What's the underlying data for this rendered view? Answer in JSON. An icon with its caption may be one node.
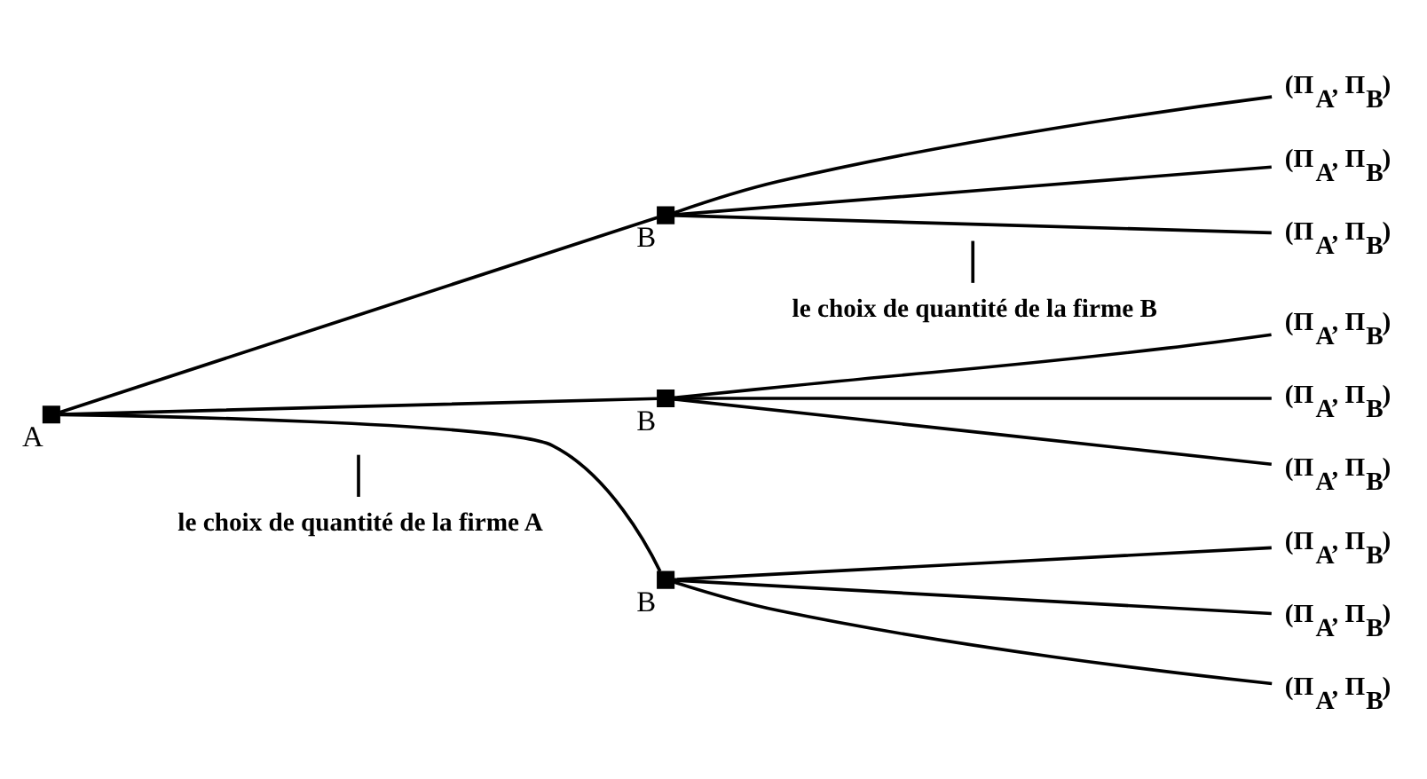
{
  "diagram": {
    "nodes": [
      {
        "text": [],
        "shape": "box",
        "beside": [
          "A"
        ]
      },
      {
        "text": [],
        "shape": "box",
        "beside": [
          "B"
        ]
      },
      {
        "text": [],
        "shape": "box",
        "beside": [
          "B"
        ]
      },
      {
        "text": [],
        "shape": "box",
        "beside": [
          "B"
        ]
      },
      {
        "text": [
          "(Π$_{A}$, Π$_{B}$)"
        ]
      },
      {
        "text": [
          "(Π$_{A}$, Π$_{B}$)"
        ]
      },
      {
        "text": [
          "(Π$_{A}$, Π$_{B}$)"
        ]
      },
      {
        "text": [
          "(Π$_{A}$, Π$_{B}$)"
        ]
      },
      {
        "text": [
          "(Π$_{A}$, Π$_{B}$)"
        ]
      },
      {
        "text": [
          "(Π$_{A}$, Π$_{B}$)"
        ]
      },
      {
        "text": [
          "(Π$_{A}$, Π$_{B}$)"
        ]
      },
      {
        "text": [
          "(Π$_{A}$, Π$_{B}$)"
        ]
      },
      {
        "text": [
          "(Π$_{A}$, Π$_{B}$)"
        ]
      },
      {
        "text": [
          "le choix de quantité de la firme A"
        ]
      },
      {
        "text": [
          "le choix de quantité de la firme B"
        ]
      }
    ],
    "edges": [
      {
        "from": 0,
        "to": 1,
        "arrow": "none"
      },
      {
        "from": 0,
        "to": 2,
        "arrow": "none"
      },
      {
        "from": 0,
        "to": 3,
        "arrow": "none"
      },
      {
        "from": 1,
        "to": 4,
        "arrow": "none"
      },
      {
        "from": 1,
        "to": 5,
        "arrow": "none"
      },
      {
        "from": 1,
        "to": 6,
        "arrow": "none"
      },
      {
        "from": 2,
        "to": 7,
        "arrow": "none"
      },
      {
        "from": 2,
        "to": 8,
        "arrow": "none"
      },
      {
        "from": 2,
        "to": 9,
        "arrow": "none"
      },
      {
        "from": 3,
        "to": 10,
        "arrow": "none"
      },
      {
        "from": 3,
        "to": 11,
        "arrow": "none"
      },
      {
        "from": 3,
        "to": 12,
        "arrow": "none"
      },
      {
        "from": 13,
        "to": null,
        "arrow": "none"
      },
      {
        "from": 14,
        "to": null,
        "arrow": "none"
      }
    ]
  }
}
